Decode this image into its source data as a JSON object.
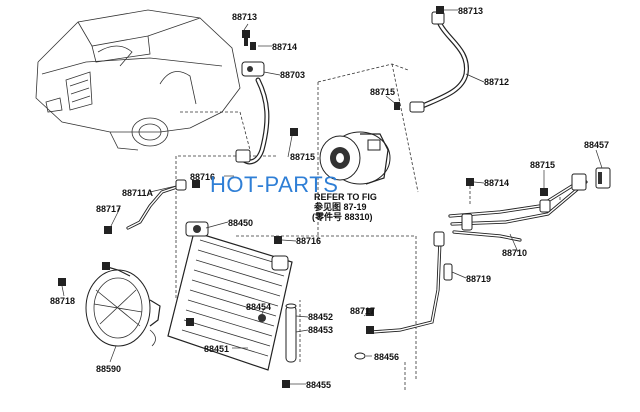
{
  "watermark": "HOT-PARTS",
  "reference": {
    "line1": "REFER TO FIG",
    "line2": "参见图  87-19",
    "line3": "(零件号  88310)"
  },
  "labels": {
    "p88713a": "88713",
    "p88714a": "88714",
    "p88703": "88703",
    "p88715a": "88715",
    "p88716": "88716",
    "p88711A": "88711A",
    "p88717a": "88717",
    "p88450": "88450",
    "p88716b": "88716",
    "p88718": "88718",
    "p88454": "88454",
    "p88452": "88452",
    "p88453": "88453",
    "p88451": "88451",
    "p88590": "88590",
    "p88455": "88455",
    "p88713b": "88713",
    "p88712": "88712",
    "p88715b": "88715",
    "p88714b": "88714",
    "p88715c": "88715",
    "p88457": "88457",
    "p88710": "88710",
    "p88719": "88719",
    "p88717b": "88717",
    "p88456": "88456"
  }
}
